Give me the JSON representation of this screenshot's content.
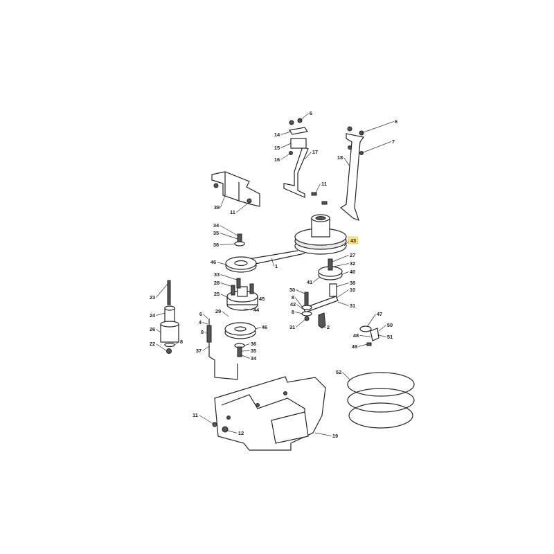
{
  "diagram": {
    "highlight_color": "#ffe680",
    "highlighted_label": "43",
    "callouts": [
      "6",
      "6",
      "14",
      "15",
      "16",
      "17",
      "18",
      "7",
      "11",
      "39",
      "11",
      "34",
      "35",
      "36",
      "43",
      "46",
      "1",
      "27",
      "32",
      "40",
      "33",
      "28",
      "41",
      "38",
      "30",
      "10",
      "25",
      "45",
      "23",
      "8",
      "42",
      "31",
      "44",
      "29",
      "8",
      "6",
      "24",
      "4",
      "46",
      "47",
      "31",
      "2",
      "26",
      "9",
      "50",
      "48",
      "51",
      "8",
      "22",
      "36",
      "35",
      "49",
      "37",
      "34",
      "52",
      "11",
      "12",
      "19"
    ]
  }
}
